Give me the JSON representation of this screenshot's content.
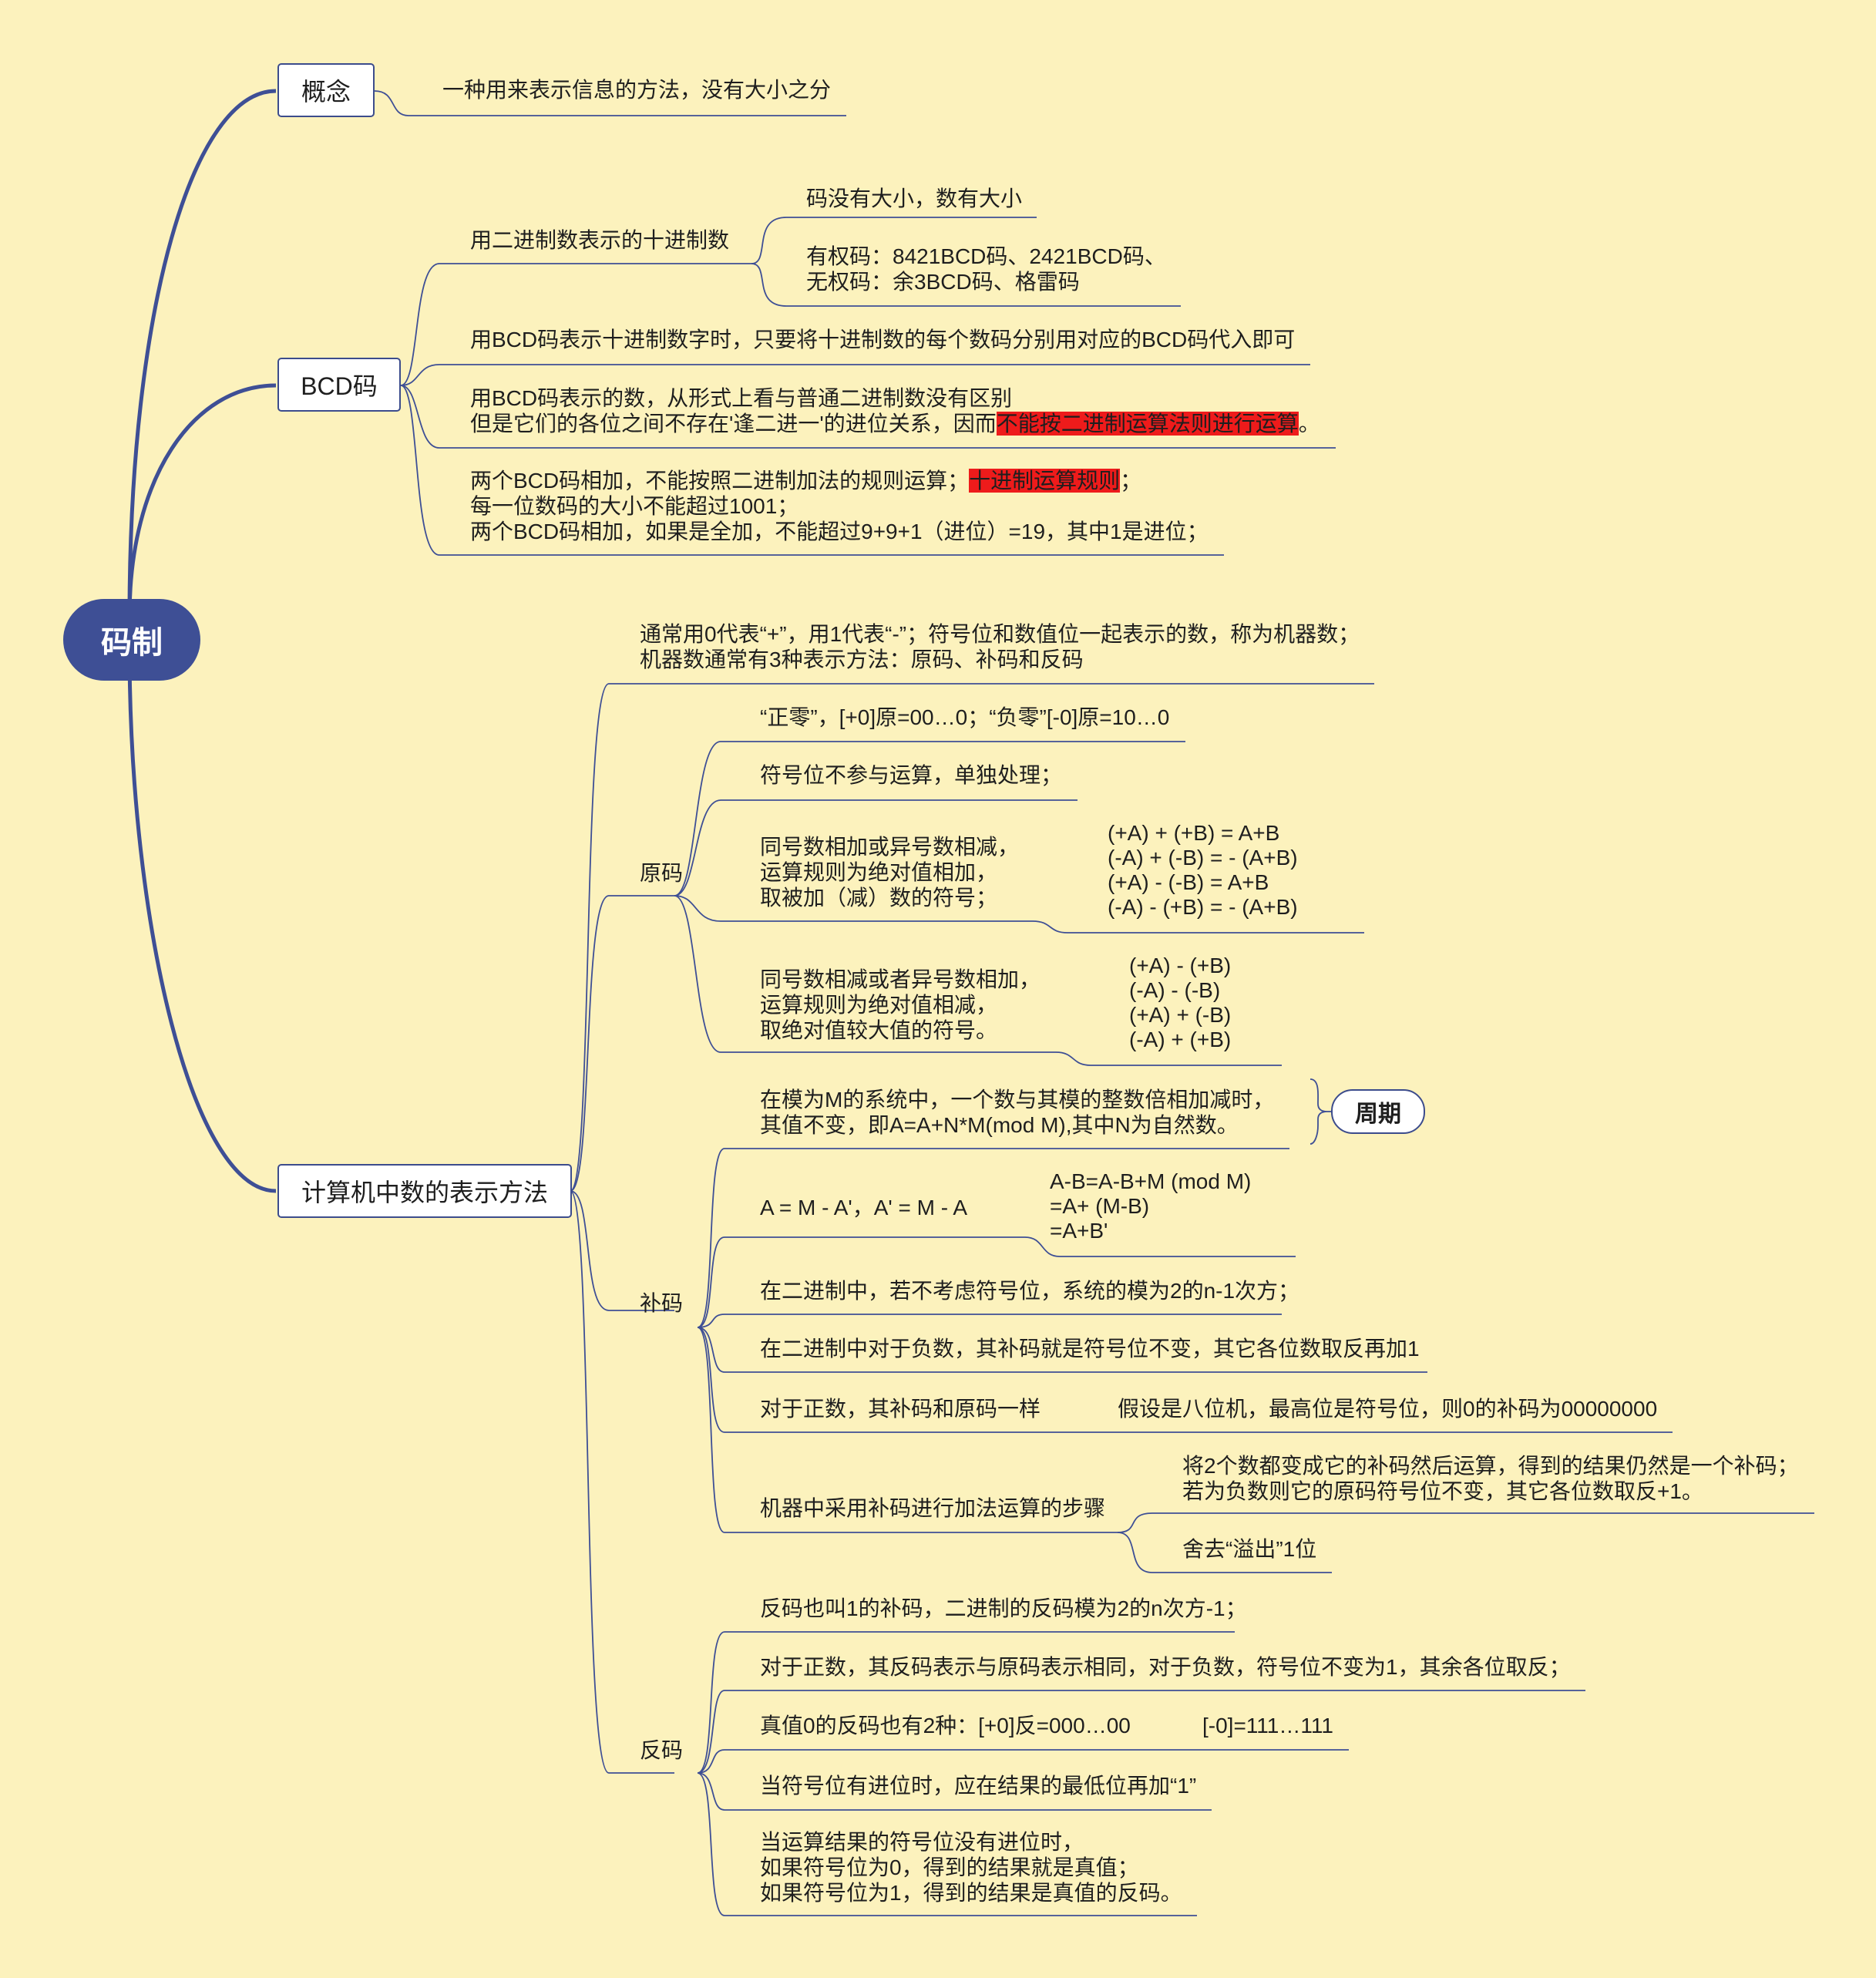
{
  "root": "码制",
  "concept": {
    "label": "概念",
    "text": "一种用来表示信息的方法，没有大小之分"
  },
  "bcd": {
    "label": "BCD码",
    "binary_decimal": {
      "label": "用二进制数表示的十进制数",
      "items": [
        "码没有大小，数有大小",
        "有权码：8421BCD码、2421BCD码、",
        "无权码：余3BCD码、格雷码"
      ]
    },
    "usage": "用BCD码表示十进制数字时，只要将十进制数的每个数码分别用对应的BCD码代入即可",
    "form_line1": "用BCD码表示的数，从形式上看与普通二进制数没有区别",
    "form_line2_a": "但是它们的各位之间不存在'逢二进一'的进位关系，因而",
    "form_line2_hl": "不能按二进制运算法则进行运算",
    "form_line2_b": "。",
    "add_line1_a": "两个BCD码相加，不能按照二进制加法的规则运算；",
    "add_line1_hl": "十进制运算规则",
    "add_line1_b": "；",
    "add_line2": "每一位数码的大小不能超过1001；",
    "add_line3": "两个BCD码相加，如果是全加，不能超过9+9+1（进位）=19，其中1是进位；"
  },
  "computer": {
    "label": "计算机中数的表示方法",
    "intro1": "通常用0代表“+”，用1代表“-”；符号位和数值位一起表示的数，称为机器数；",
    "intro2": "机器数通常有3种表示方法：原码、补码和反码",
    "yuanma": {
      "label": "原码",
      "zero": "“正零”，[+0]原=00…0；“负零”[-0]原=10…0",
      "sign": "符号位不参与运算，单独处理；",
      "same_add": [
        "同号数相加或异号数相减，",
        "运算规则为绝对值相加，",
        "取被加（减）数的符号；"
      ],
      "same_add_formulas": [
        "(+A) + (+B) = A+B",
        "(-A) + (-B) = - (A+B)",
        "(+A) - (-B) = A+B",
        "(-A) - (+B) = - (A+B)"
      ],
      "same_sub": [
        "同号数相减或者异号数相加，",
        "运算规则为绝对值相减，",
        "取绝对值较大值的符号。"
      ],
      "same_sub_formulas": [
        "(+A) - (+B)",
        "(-A) - (-B)",
        "(+A) + (-B)",
        "(-A) + (+B)"
      ]
    },
    "buma": {
      "label": "补码",
      "mod": [
        "在模为M的系统中，一个数与其模的整数倍相加减时，",
        "其值不变，即A=A+N*M(mod M),其中N为自然数。"
      ],
      "period": "周期",
      "complement": "A = M - A'，A' = M - A",
      "complement_formulas": [
        "A-B=A-B+M (mod M)",
        "=A+ (M-B)",
        "=A+B'"
      ],
      "binary_mod": "在二进制中，若不考虑符号位，系统的模为2的n-1次方；",
      "negative": "在二进制中对于负数，其补码就是符号位不变，其它各位数取反再加1",
      "positive": "对于正数，其补码和原码一样",
      "positive_note": "假设是八位机，最高位是符号位，则0的补码为00000000",
      "steps": "机器中采用补码进行加法运算的步骤",
      "steps_items": [
        "将2个数都变成它的补码然后运算，得到的结果仍然是一个补码；",
        "若为负数则它的原码符号位不变，其它各位数取反+1。"
      ],
      "overflow": "舍去“溢出”1位"
    },
    "fanma": {
      "label": "反码",
      "def": "反码也叫1的补码，二进制的反码模为2的n次方-1；",
      "rule": "对于正数，其反码表示与原码表示相同，对于负数，符号位不变为1，其余各位取反；",
      "zero_a": "真值0的反码也有2种：[+0]反=000…00",
      "zero_b": "[-0]=111…111",
      "carry": "当符号位有进位时，应在结果的最低位再加“1”",
      "nocarry": [
        "当运算结果的符号位没有进位时，",
        "如果符号位为0，得到的结果就是真值；",
        "如果符号位为1，得到的结果是真值的反码。"
      ]
    }
  },
  "colors": {
    "background": "#fcf2bd",
    "root": "#3e4f95",
    "line": "#3e4f95",
    "highlight": "#ee1b1b"
  }
}
